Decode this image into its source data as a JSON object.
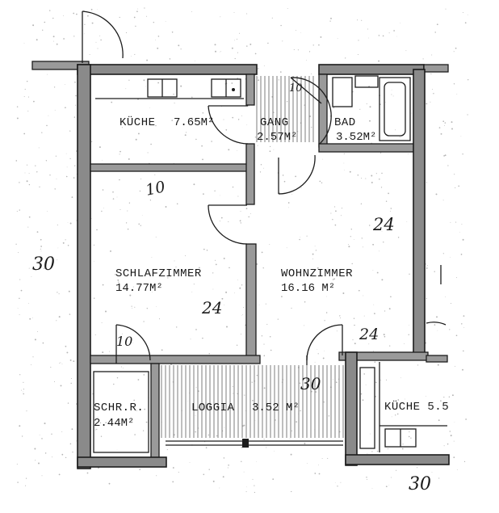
{
  "rooms": {
    "kueche": {
      "name": "KÜCHE",
      "area": "7.65M²"
    },
    "gang": {
      "name": "GANG",
      "area": "2.57M²"
    },
    "bad": {
      "name": "BAD",
      "area": "3.52M²"
    },
    "schlafzimmer": {
      "name": "SCHLAFZIMMER",
      "area": "14.77M²"
    },
    "wohnzimmer": {
      "name": "WOHNZIMMER",
      "area": "16.16 M²"
    },
    "schrankraum": {
      "name": "SCHR.R.",
      "area": "2.44M²"
    },
    "loggia": {
      "name": "LOGGIA",
      "area": "3.52 M²"
    },
    "kueche2": {
      "name": "KÜCHE 5.5"
    }
  },
  "notes": {
    "gang_10": "10",
    "schlaf_10": "10",
    "schrank_10": "10",
    "left_30": "30",
    "wohn_24": "24",
    "schlaf_24": "24",
    "door_24": "24",
    "loggia_30": "30",
    "bottom_30": "30"
  },
  "colors": {
    "ink": "#1c1c1c",
    "wall_fill": "#8a8a8a",
    "paper": "#ffffff"
  }
}
